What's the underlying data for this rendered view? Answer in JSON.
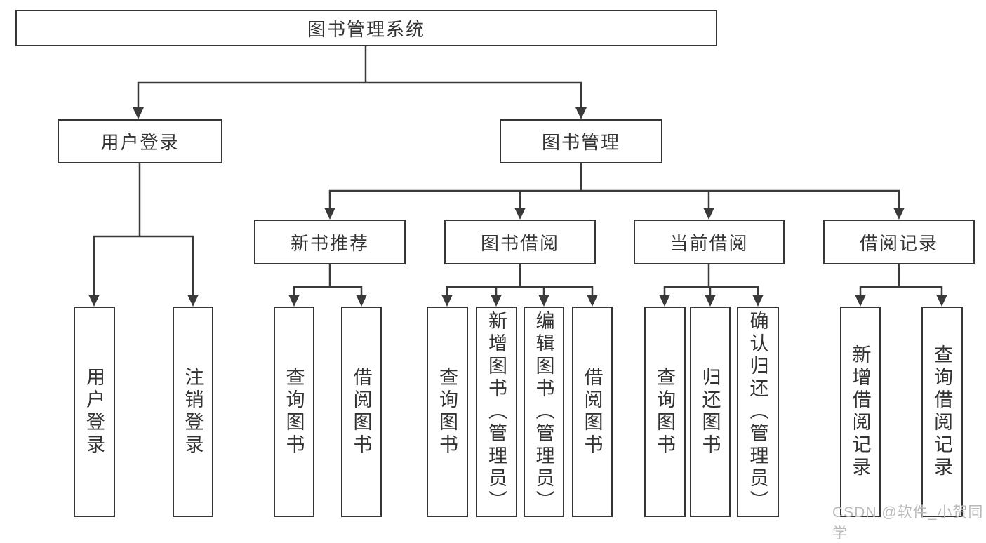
{
  "diagram_title": "图书管理系统",
  "colors": {
    "line": "#3a3a3a",
    "box_border": "#363636",
    "text": "#333333",
    "background": "#ffffff",
    "watermark": "#b9b9b9"
  },
  "nodes": {
    "root": "图书管理系统",
    "user_login": "用户登录",
    "book_mgmt": "图书管理",
    "new_book_rec": "新书推荐",
    "book_borrow": "图书借阅",
    "current_borrow": "当前借阅",
    "borrow_record": "借阅记录",
    "leaf_user_login": "用户登录",
    "leaf_logout": "注销登录",
    "leaf_nbr_query": "查询图书",
    "leaf_nbr_borrow": "借阅图书",
    "leaf_bb_query": "查询图书",
    "leaf_bb_add": "新增图书（管理员）",
    "leaf_bb_edit": "编辑图书（管理员）",
    "leaf_bb_borrow": "借阅图书",
    "leaf_cb_query": "查询图书",
    "leaf_cb_return": "归还图书",
    "leaf_cb_confirm": "确认归还（管理员）",
    "leaf_br_add": "新增借阅记录",
    "leaf_br_query": "查询借阅记录"
  },
  "watermark": "CSDN @软件_小贺同学"
}
